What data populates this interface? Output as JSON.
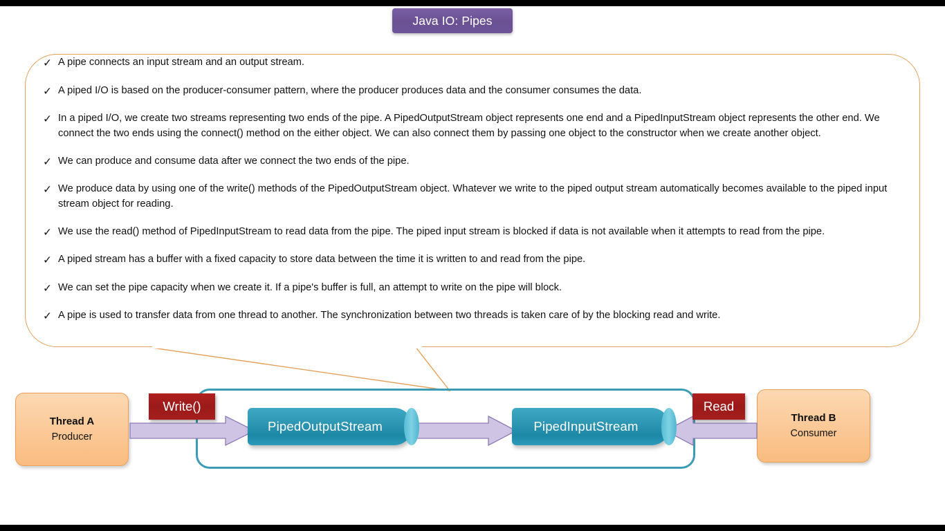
{
  "slide": {
    "title": "Java IO: Pipes",
    "title_color": "#6E5499",
    "bubble_border_color": "#E5A059",
    "bullet_marker": "✓",
    "bullets": [
      "A pipe connects an input stream and an output stream.",
      "A piped I/O is based on the producer-consumer pattern, where the producer produces data and the consumer consumes the data.",
      "In a piped I/O, we create two streams representing two ends of the pipe. A PipedOutputStream object represents one end and a PipedInputStream object represents the other end. We connect the two ends using the connect() method on the either object. We can also connect them by passing one object to the constructor when we create another object.",
      "We can produce and consume data after we connect the two ends of the pipe.",
      "We produce data by using one of the write() methods of the PipedOutputStream object. Whatever we write to the piped output stream automatically becomes available to the piped input stream object for reading.",
      "We use the read() method of PipedInputStream to read data from the pipe. The piped input stream is blocked if data is not available when it attempts to read from the pipe.",
      "A piped stream has a buffer with a fixed capacity to store data between the time it is written to and read from the pipe.",
      "We can set the pipe capacity when we create it. If a pipe's buffer is full, an attempt to write on the pipe will block.",
      "A pipe is used to transfer data from one thread to another. The synchronization between two threads is taken care of by the blocking read and write."
    ]
  },
  "diagram": {
    "thread_a": {
      "title": "Thread A",
      "subtitle": "Producer"
    },
    "thread_b": {
      "title": "Thread B",
      "subtitle": "Consumer"
    },
    "stream_out": "PipedOutputStream",
    "stream_in": "PipedInputStream",
    "tag_write": "Write()",
    "tag_read": "Read",
    "pipe_border_color": "#3C9CB5",
    "cylinder_color": "#1C87A6",
    "tag_color": "#9B1A1A",
    "thread_box_color": "#F9BC80",
    "arrow_fill": "#CFC4E4",
    "arrow_stroke": "#7D6BA8"
  }
}
